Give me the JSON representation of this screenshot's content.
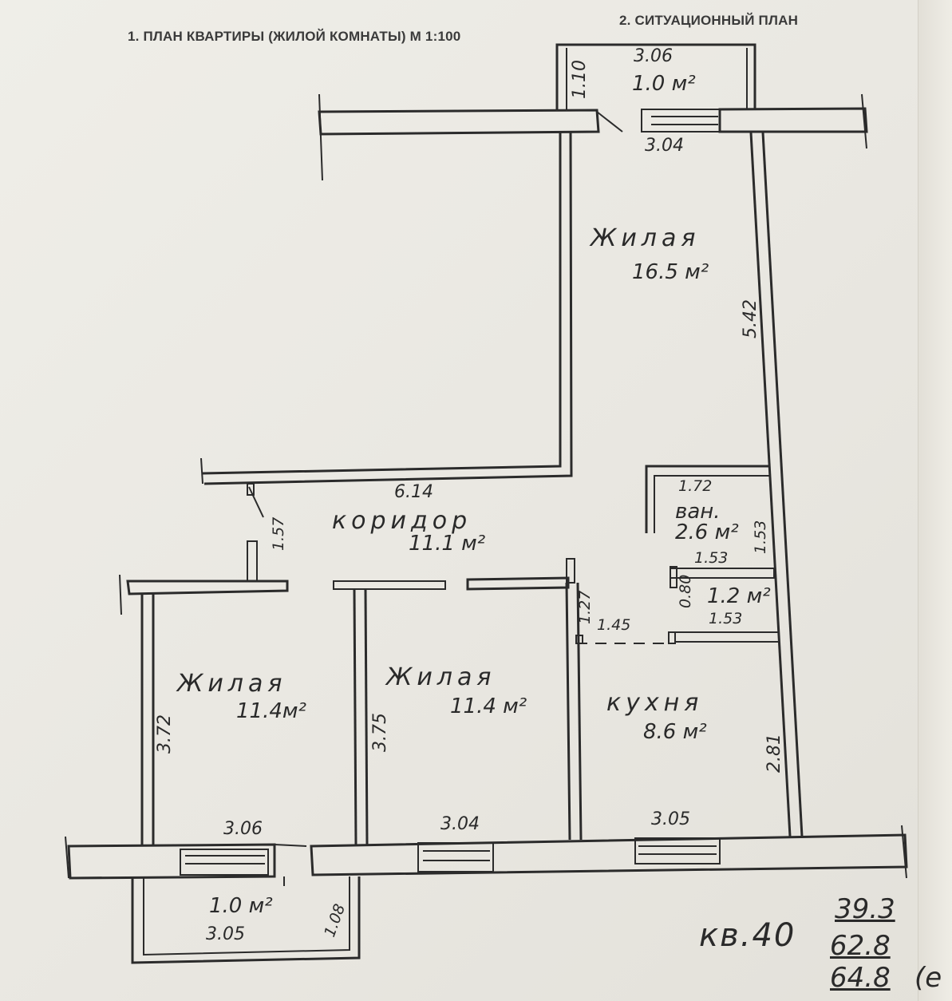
{
  "header": {
    "plan_title": "1. ПЛАН КВАРТИРЫ (ЖИЛОЙ КОМНАТЫ) М 1:100",
    "situational_title": "2. СИТУАЦИОННЫЙ ПЛАН"
  },
  "rooms": {
    "top_balcony": {
      "dim_top": "3.06",
      "area": "1.0 м²",
      "dim_side": "1.10"
    },
    "living_large": {
      "name": "Жилая",
      "area": "16.5 м²",
      "dim_top": "3.04",
      "dim_side": "5.42"
    },
    "corridor": {
      "name": "коридор",
      "area": "11.1 м²",
      "dim_top": "6.14",
      "dim_side": "1.57"
    },
    "bathroom": {
      "name": "ван.",
      "area": "2.6 м²",
      "dim_top": "1.72",
      "dim_side": "1.53",
      "dim_bottom": "1.53"
    },
    "wc": {
      "area": "1.2 м²",
      "dim_side": "0.80",
      "dim_bottom": "1.53"
    },
    "passage": {
      "dim_side": "1.27",
      "dim_bottom": "1.45"
    },
    "living_left": {
      "name": "Жилая",
      "area": "11.4м²",
      "dim_side": "3.72",
      "dim_bottom": "3.06"
    },
    "living_middle": {
      "name": "Жилая",
      "area": "11.4 м²",
      "dim_side": "3.75",
      "dim_bottom": "3.04"
    },
    "kitchen": {
      "name": "кухня",
      "area": "8.6 м²",
      "dim_side": "2.81",
      "dim_bottom": "3.05"
    },
    "bottom_balcony": {
      "area": "1.0 м²",
      "dim_bottom": "3.05",
      "dim_side": "1.08"
    }
  },
  "summary": {
    "apartment": "кв.40",
    "living_area": "39.3",
    "total_area": "62.8",
    "total_with_balconies": "64.8",
    "suffix": "(е"
  }
}
